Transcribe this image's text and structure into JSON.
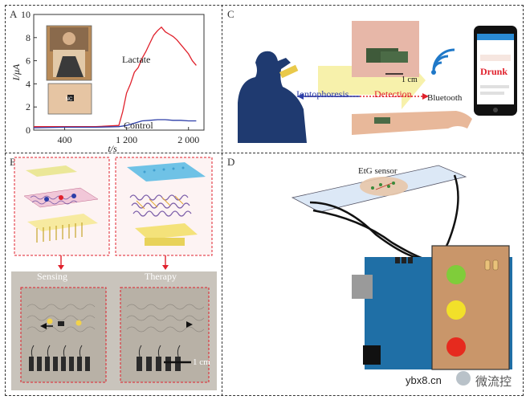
{
  "panels": {
    "A": {
      "label": "A",
      "ylabel": "I/μA",
      "xlabel": "t/s",
      "ytick_labels": [
        "0",
        "2",
        "4",
        "6",
        "8",
        "10"
      ],
      "xtick_labels": [
        "400",
        "1 200",
        "2 000"
      ],
      "inset_label": "NC",
      "series_lactate": "Lactate",
      "series_control": "Control"
    },
    "B": {
      "label": "B",
      "sensing": "Sensing",
      "therapy": "Therapy",
      "scale": "1 cm"
    },
    "C": {
      "label": "C",
      "iontophoresis": "Iontophoresis",
      "detection": "Detection",
      "bluetooth": "Bluetooth",
      "scale": "1 cm",
      "phone_status": "Drunk"
    },
    "D": {
      "label": "D",
      "etg": "EtG sensor"
    }
  },
  "chart_data": {
    "type": "line",
    "title": "",
    "xlabel": "t/s",
    "ylabel": "I/μA",
    "xlim": [
      0,
      2200
    ],
    "ylim": [
      0,
      10
    ],
    "series": [
      {
        "name": "Lactate",
        "color": "#e0212c",
        "x": [
          0,
          400,
          800,
          1100,
          1150,
          1200,
          1250,
          1300,
          1350,
          1400,
          1450,
          1500,
          1550,
          1600,
          1650,
          1700,
          1750,
          1800,
          1850,
          1900,
          1950,
          2000,
          2050,
          2100
        ],
        "y": [
          0.3,
          0.3,
          0.3,
          0.4,
          1.6,
          3.2,
          4.0,
          5.0,
          5.4,
          6.2,
          6.8,
          7.5,
          8.2,
          8.6,
          8.9,
          8.5,
          8.3,
          8.1,
          7.8,
          7.4,
          7.0,
          6.6,
          6.0,
          5.6
        ]
      },
      {
        "name": "Control",
        "color": "#2d3ea8",
        "x": [
          0,
          400,
          800,
          1100,
          1200,
          1300,
          1400,
          1500,
          1600,
          1700,
          1800,
          1900,
          2000,
          2100
        ],
        "y": [
          0.2,
          0.25,
          0.25,
          0.3,
          0.4,
          0.6,
          0.8,
          0.85,
          0.9,
          0.9,
          0.85,
          0.85,
          0.8,
          0.8
        ]
      }
    ]
  },
  "watermark": {
    "site": "ybx8.cn",
    "brand": "微流控"
  },
  "colors": {
    "lactate": "#e0212c",
    "control": "#2d3ea8",
    "arrow_red": "#e0212c",
    "arrow_blue": "#2d3ea8",
    "arduino": "#1f6fa6",
    "shield": "#c9966a"
  }
}
